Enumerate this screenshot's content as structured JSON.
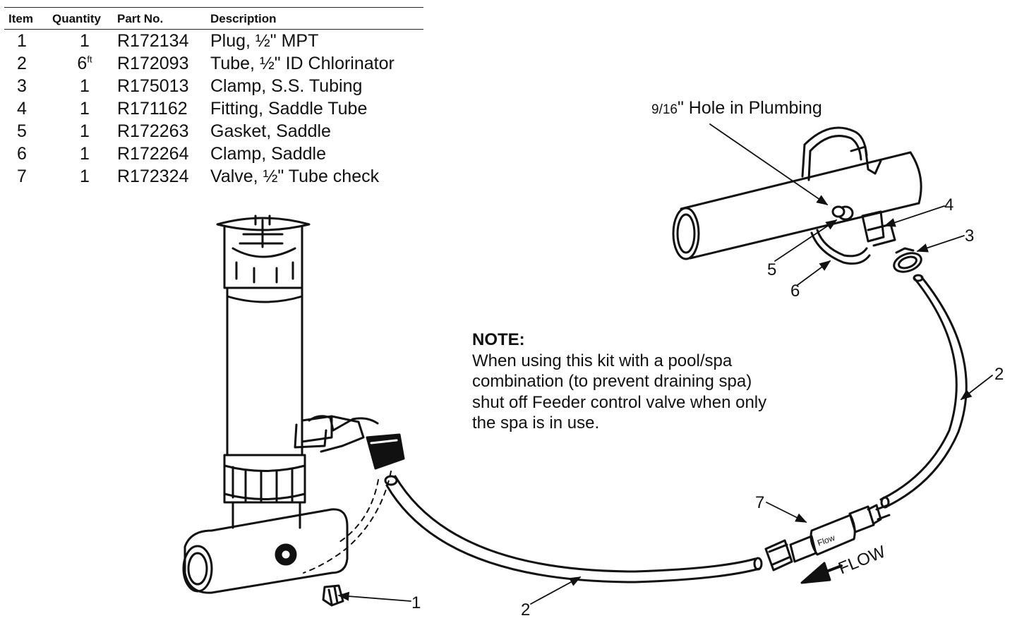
{
  "table": {
    "headers": {
      "item": "Item",
      "quantity": "Quantity",
      "part_no": "Part No.",
      "description": "Description"
    },
    "rows": [
      {
        "item": "1",
        "quantity": "1",
        "quantity_unit": "",
        "part_no": "R172134",
        "description": "Plug, ½\" MPT"
      },
      {
        "item": "2",
        "quantity": "6",
        "quantity_unit": "ft",
        "part_no": "R172093",
        "description": "Tube, ½\" ID Chlorinator"
      },
      {
        "item": "3",
        "quantity": "1",
        "quantity_unit": "",
        "part_no": "R175013",
        "description": "Clamp, S.S. Tubing"
      },
      {
        "item": "4",
        "quantity": "1",
        "quantity_unit": "",
        "part_no": "R171162",
        "description": "Fitting, Saddle Tube"
      },
      {
        "item": "5",
        "quantity": "1",
        "quantity_unit": "",
        "part_no": "R172263",
        "description": "Gasket, Saddle"
      },
      {
        "item": "6",
        "quantity": "1",
        "quantity_unit": "",
        "part_no": "R172264",
        "description": "Clamp, Saddle"
      },
      {
        "item": "7",
        "quantity": "1",
        "quantity_unit": "",
        "part_no": "R172324",
        "description": "Valve, ½\" Tube check"
      }
    ]
  },
  "hole_label": {
    "fraction": "9/16",
    "text": "\" Hole in Plumbing"
  },
  "note": {
    "title": "NOTE:",
    "lines": [
      "When using this kit with a pool/spa",
      "combination (to prevent draining spa)",
      "shut off Feeder control valve when only",
      "the spa is in use."
    ]
  },
  "callouts": {
    "plug": "1",
    "tube_left": "2",
    "tube_right": "2",
    "tubing_clamp": "3",
    "saddle_fitting": "4",
    "gasket": "5",
    "saddle_clamp": "6",
    "check_valve": "7"
  },
  "flow_label": "FLOW",
  "valve_flow_label": "Flow"
}
